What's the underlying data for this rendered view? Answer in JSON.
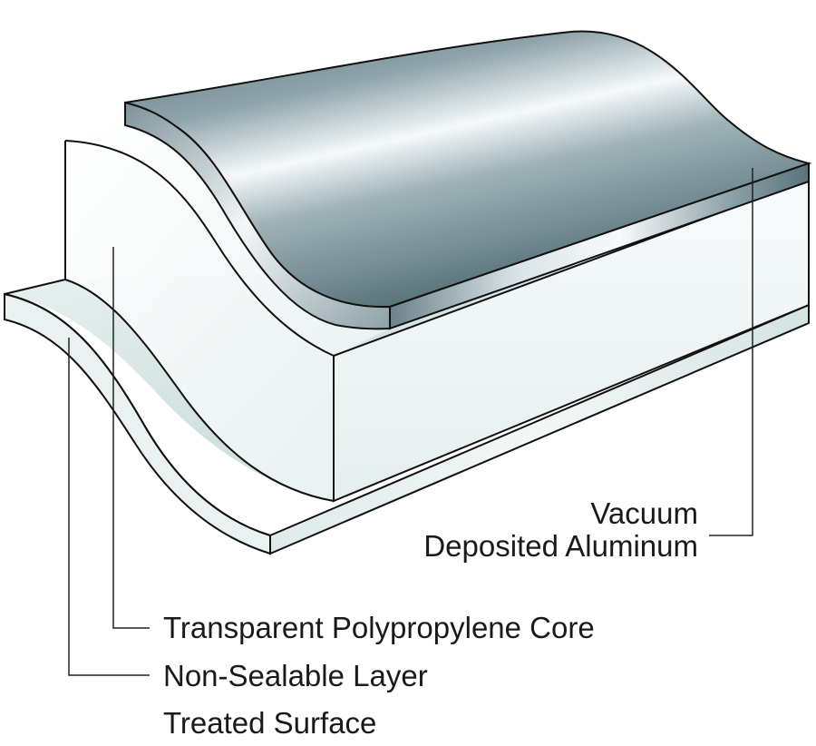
{
  "labels": {
    "vacuum_line1": "Vacuum",
    "vacuum_line2": "Deposited Aluminum",
    "core": "Transparent Polypropylene Core",
    "nonsealable": "Non-Sealable Layer",
    "treated": "Treated Surface"
  },
  "colors": {
    "outline": "#111111",
    "aluminum_dark": "#4d6870",
    "aluminum_light": "#f4f7f8",
    "core_tint": "#eef4f4",
    "base_tint": "#d7e6e4",
    "leader": "#222222"
  }
}
